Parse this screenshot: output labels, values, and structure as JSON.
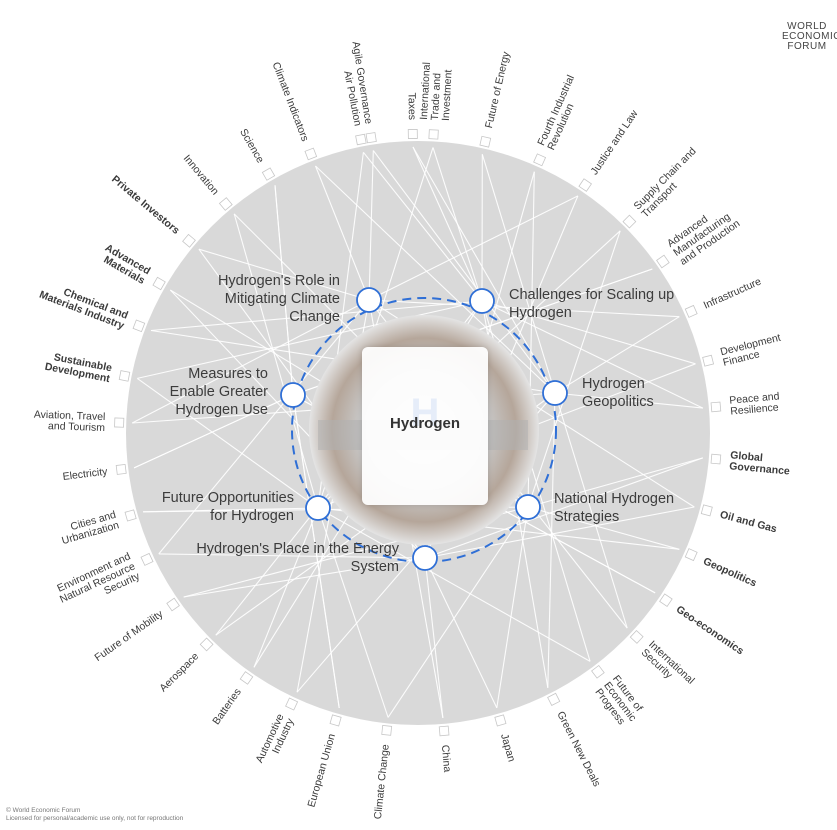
{
  "logo": [
    "WORLD",
    "ECONOMIC",
    "FORUM"
  ],
  "center": {
    "title": "Hydrogen",
    "watermark": "H"
  },
  "key_issues": [
    {
      "lines": [
        "Hydrogen's Role in",
        "Mitigating Climate",
        "Change"
      ]
    },
    {
      "lines": [
        "Challenges for Scaling up",
        "Hydrogen"
      ]
    },
    {
      "lines": [
        "Hydrogen",
        "Geopolitics"
      ]
    },
    {
      "lines": [
        "National Hydrogen",
        "Strategies"
      ]
    },
    {
      "lines": [
        "Hydrogen's Place in the Energy",
        "System"
      ]
    },
    {
      "lines": [
        "Future Opportunities",
        "for Hydrogen"
      ]
    },
    {
      "lines": [
        "Measures to",
        "Enable Greater",
        "Hydrogen Use"
      ]
    }
  ],
  "topics": [
    {
      "lines": [
        "Agile Governance"
      ]
    },
    {
      "lines": [
        "International",
        "Trade and",
        "Investment"
      ]
    },
    {
      "lines": [
        "Future of Energy"
      ]
    },
    {
      "lines": [
        "Fourth Industrial",
        "Revolution"
      ]
    },
    {
      "lines": [
        "Justice and Law"
      ]
    },
    {
      "lines": [
        "Supply Chain and",
        "Transport"
      ]
    },
    {
      "lines": [
        "Advanced",
        "Manufacturing",
        "and Production"
      ]
    },
    {
      "lines": [
        "Infrastructure"
      ]
    },
    {
      "lines": [
        "Development",
        "Finance"
      ]
    },
    {
      "lines": [
        "Peace and",
        "Resilience"
      ]
    },
    {
      "lines": [
        "Global",
        "Governance"
      ]
    },
    {
      "lines": [
        "Oil and Gas"
      ]
    },
    {
      "lines": [
        "Geopolitics"
      ]
    },
    {
      "lines": [
        "Geo-economics"
      ]
    },
    {
      "lines": [
        "International",
        "Security"
      ]
    },
    {
      "lines": [
        "Future of",
        "Economic",
        "Progress"
      ]
    },
    {
      "lines": [
        "Green New Deals"
      ]
    },
    {
      "lines": [
        "Japan"
      ]
    },
    {
      "lines": [
        "China"
      ]
    },
    {
      "lines": [
        "Climate Change"
      ]
    },
    {
      "lines": [
        "European Union"
      ]
    },
    {
      "lines": [
        "Automotive",
        "Industry"
      ]
    },
    {
      "lines": [
        "Batteries"
      ]
    },
    {
      "lines": [
        "Aerospace"
      ]
    },
    {
      "lines": [
        "Future of Mobility"
      ]
    },
    {
      "lines": [
        "Environment and",
        "Natural Resource",
        "Security"
      ]
    },
    {
      "lines": [
        "Cities and",
        "Urbanization"
      ]
    },
    {
      "lines": [
        "Electricity"
      ]
    },
    {
      "lines": [
        "Aviation, Travel",
        "and Tourism"
      ]
    },
    {
      "lines": [
        "Sustainable",
        "Development"
      ]
    },
    {
      "lines": [
        "Chemical and",
        "Materials Industry"
      ]
    },
    {
      "lines": [
        "Advanced",
        "Materials"
      ]
    },
    {
      "lines": [
        "Private Investors"
      ]
    },
    {
      "lines": [
        "Innovation"
      ]
    },
    {
      "lines": [
        "Science"
      ]
    },
    {
      "lines": [
        "Climate Indicators"
      ]
    },
    {
      "lines": [
        "Air Pollution"
      ]
    },
    {
      "lines": [
        "Taxes"
      ]
    }
  ],
  "copyright": [
    "© World Economic Forum",
    "Licensed for personal/academic use only, not for reproduction"
  ],
  "colors": {
    "disc": "#d9d9d9",
    "ring": "#2f6fd6",
    "node_fill": "#ffffff",
    "links": "#ffffff"
  }
}
